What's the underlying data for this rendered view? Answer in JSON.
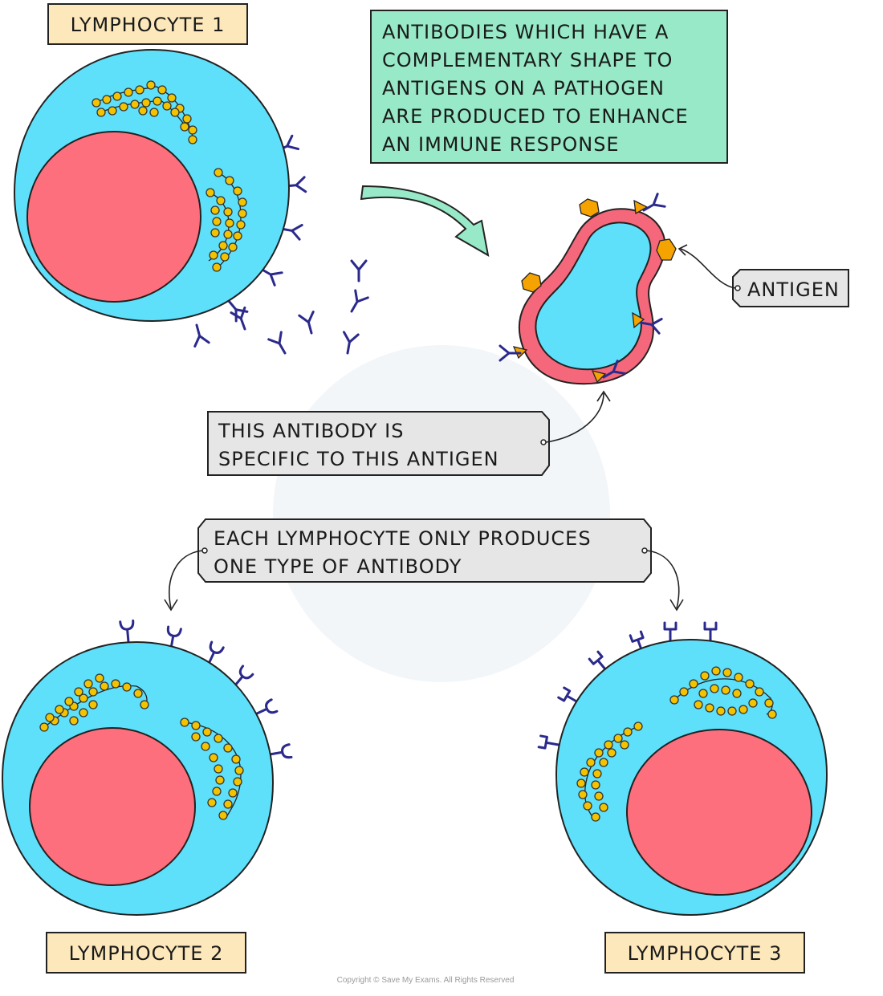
{
  "labels": {
    "lymphocyte1": "LYMPHOCYTE 1",
    "lymphocyte2": "LYMPHOCYTE 2",
    "lymphocyte3": "LYMPHOCYTE 3",
    "antigen": "ANTIGEN"
  },
  "callouts": {
    "antibodies_info": [
      "ANTIBODIES  WHICH  HAVE  A",
      "COMPLEMENTARY  SHAPE  TO",
      "ANTIGENS  ON  A  PATHOGEN",
      "ARE  PRODUCED  TO  ENHANCE",
      "AN  IMMUNE  RESPONSE"
    ],
    "specific": [
      "THIS  ANTIBODY  IS",
      "SPECIFIC  TO  THIS  ANTIGEN"
    ],
    "each_lymphocyte": [
      "EACH  LYMPHOCYTE  ONLY  PRODUCES",
      "ONE  TYPE  OF  ANTIBODY"
    ]
  },
  "footer": {
    "copyright": "Copyright © Save My Exams. All Rights Reserved"
  },
  "colors": {
    "cell": "#5ee0fb",
    "nucleus": "#fd6f7c",
    "organelle": "#f4c300",
    "antibody": "#2b2a8c",
    "antigen": "#f5a300",
    "info_box": "#97e9c8",
    "label_box": "#fde8bb",
    "grey_box": "#e6e6e6",
    "pathogen_wall": "#f5677a",
    "arrow": "#97e9c8"
  }
}
